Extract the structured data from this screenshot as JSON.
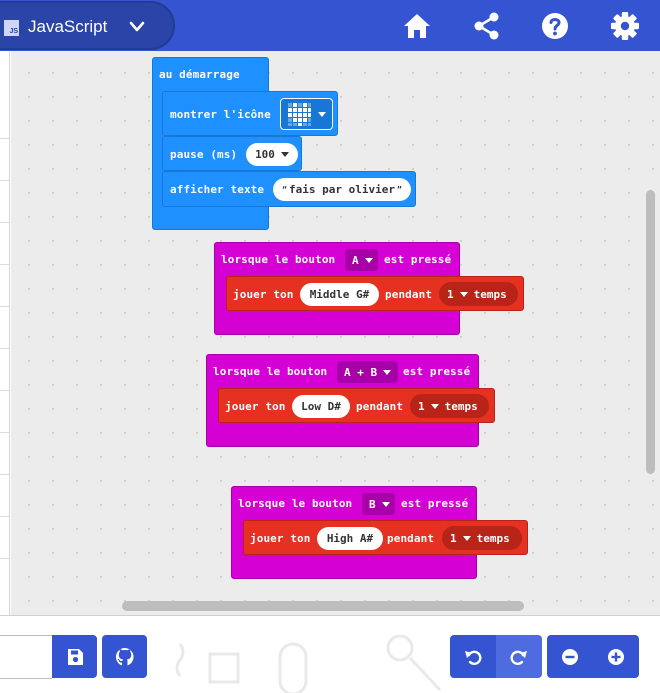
{
  "header": {
    "language_label": "JavaScript",
    "language_icon_text": "JS",
    "icons": [
      "home-icon",
      "share-icon",
      "help-icon",
      "settings-icon"
    ],
    "color": "#3454d1"
  },
  "blocks": {
    "on_start": {
      "label": "au démarrage",
      "show_icon_label": "montrer l'icône",
      "pause_label": "pause (ms)",
      "pause_value": "100",
      "show_text_label": "afficher texte",
      "show_text_value": "fais par olivier",
      "color": "#1e90ff"
    },
    "button_a": {
      "prefix": "lorsque le bouton",
      "button": "A",
      "suffix": "est pressé",
      "play_label": "jouer ton",
      "note": "Middle G#",
      "for_label": "pendant",
      "beats": "1",
      "beats_unit": "temps"
    },
    "button_ab": {
      "prefix": "lorsque le bouton",
      "button": "A + B",
      "suffix": "est pressé",
      "play_label": "jouer ton",
      "note": "Low D#",
      "for_label": "pendant",
      "beats": "1",
      "beats_unit": "temps"
    },
    "button_b": {
      "prefix": "lorsque le bouton",
      "button": "B",
      "suffix": "est pressé",
      "play_label": "jouer ton",
      "note": "High A#",
      "for_label": "pendant",
      "beats": "1",
      "beats_unit": "temps"
    },
    "event_color": "#d400d4",
    "music_color": "#e63022"
  },
  "bottom_bar": {
    "project_name": "",
    "buttons": [
      "save-icon",
      "github-icon",
      "undo-icon",
      "redo-icon",
      "zoom-out-icon",
      "zoom-in-icon"
    ]
  }
}
